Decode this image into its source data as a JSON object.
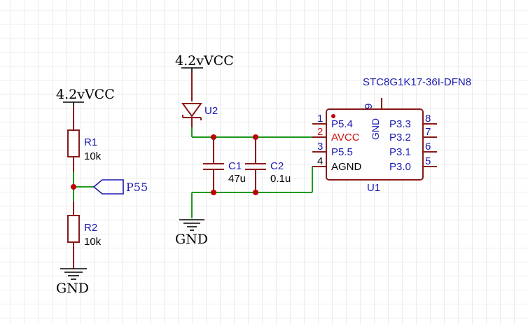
{
  "power": {
    "vcc_left": "4.2vVCC",
    "vcc_mid": "4.2vVCC",
    "gnd_left": "GND",
    "gnd_mid": "GND"
  },
  "resistors": [
    {
      "ref": "R1",
      "value": "10k"
    },
    {
      "ref": "R2",
      "value": "10k"
    }
  ],
  "net_label": "P55",
  "diode": {
    "ref": "U2"
  },
  "capacitors": [
    {
      "ref": "C1",
      "value": "47u"
    },
    {
      "ref": "C2",
      "value": "0.1u"
    }
  ],
  "ic": {
    "part": "STC8G1K17-36I-DFN8",
    "ref": "U1",
    "top_pin_number": "9",
    "top_pin_name": "GND",
    "left_pins": [
      {
        "num": "1",
        "name": "P5.4"
      },
      {
        "num": "2",
        "name": "AVCC"
      },
      {
        "num": "3",
        "name": "P5.5"
      },
      {
        "num": "4",
        "name": "AGND"
      }
    ],
    "right_pins": [
      {
        "num": "8",
        "name": "P3.3"
      },
      {
        "num": "7",
        "name": "P3.2"
      },
      {
        "num": "6",
        "name": "P3.1"
      },
      {
        "num": "5",
        "name": "P3.0"
      }
    ]
  },
  "colors": {
    "wire": "#1e9a1e",
    "component": "#8b1a1a",
    "junction": "#c00000",
    "pin_label": "#1a1ab0",
    "power_pin_label": "#d01010"
  }
}
